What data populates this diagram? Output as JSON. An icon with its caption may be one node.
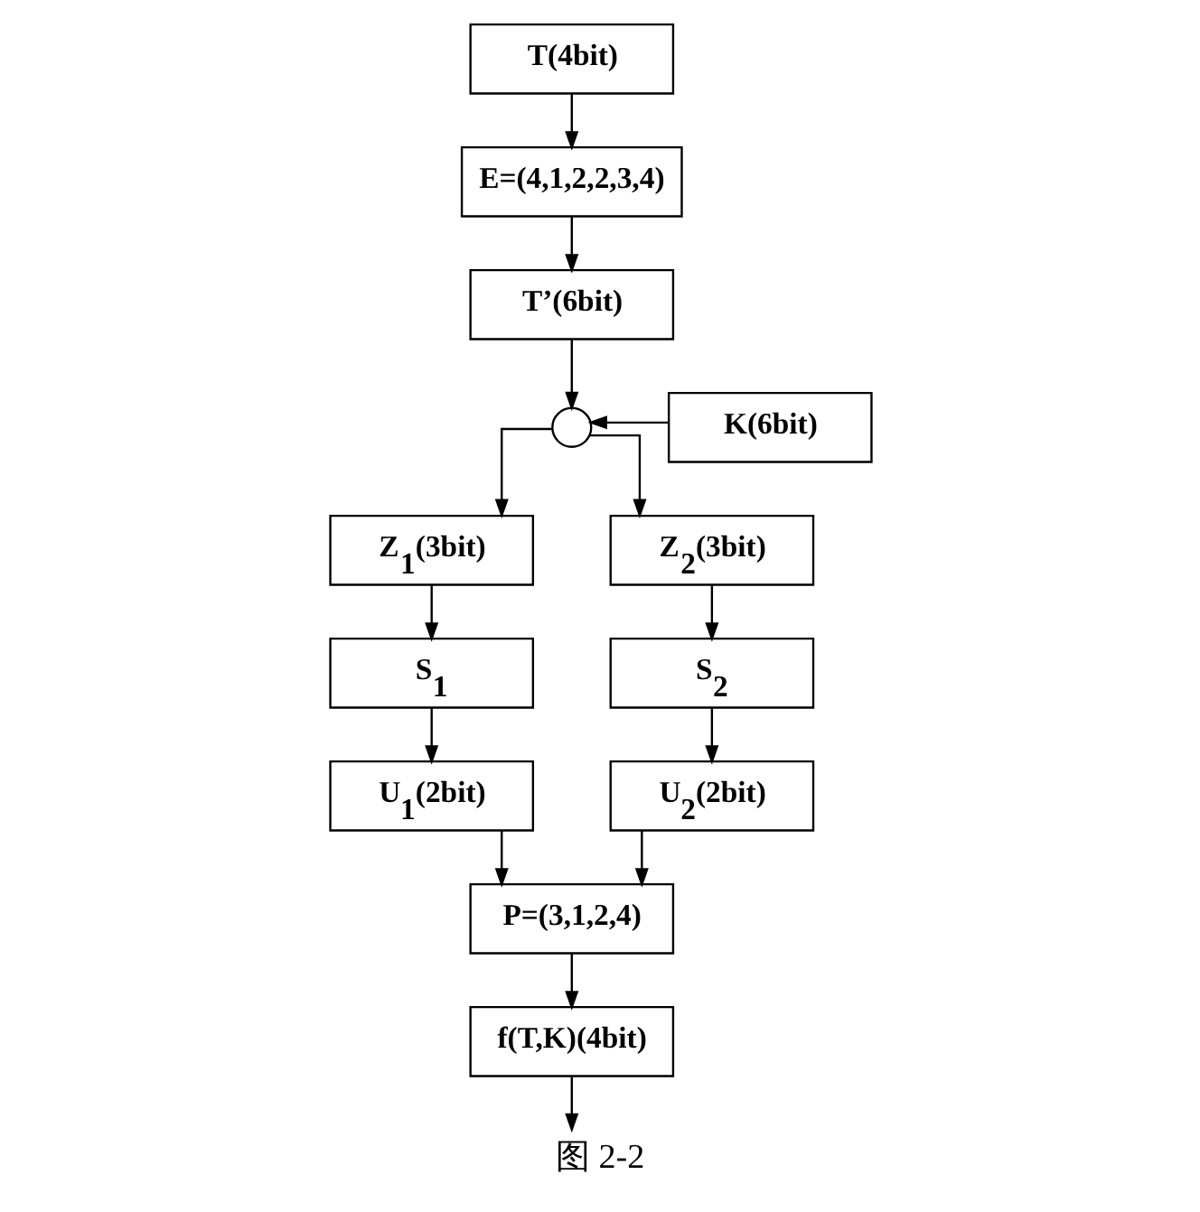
{
  "diagram": {
    "caption": "图 2-2",
    "nodes": [
      {
        "text": [
          "T(4bit)"
        ]
      },
      {
        "text": [
          "E=(4,1,2,2,3,4)"
        ]
      },
      {
        "text": [
          "T’(6bit)"
        ]
      },
      {
        "text": [],
        "shape": "circle"
      },
      {
        "text": [
          "K(6bit)"
        ]
      },
      {
        "text": [
          "Z$_{1}$(3bit)"
        ]
      },
      {
        "text": [
          "Z$_{2}$(3bit)"
        ]
      },
      {
        "text": [
          "S$_{1}$"
        ]
      },
      {
        "text": [
          "S$_{2}$"
        ]
      },
      {
        "text": [
          "U$_{1}$(2bit)"
        ]
      },
      {
        "text": [
          "U$_{2}$(2bit)"
        ]
      },
      {
        "text": [
          "P=(3,1,2,4)"
        ]
      },
      {
        "text": [
          "f(T,K)(4bit)"
        ]
      }
    ],
    "edges": [
      {
        "from": 0,
        "to": 1,
        "arrow": "to"
      },
      {
        "from": 1,
        "to": 2,
        "arrow": "to"
      },
      {
        "from": 2,
        "to": 3,
        "arrow": "to"
      },
      {
        "from": 4,
        "to": 3,
        "arrow": "to"
      },
      {
        "from": 3,
        "to": 5,
        "arrow": "to"
      },
      {
        "from": 3,
        "to": 6,
        "arrow": "to"
      },
      {
        "from": 5,
        "to": 7,
        "arrow": "to"
      },
      {
        "from": 6,
        "to": 8,
        "arrow": "to"
      },
      {
        "from": 7,
        "to": 9,
        "arrow": "to"
      },
      {
        "from": 8,
        "to": 10,
        "arrow": "to"
      },
      {
        "from": 9,
        "to": 11,
        "arrow": "to"
      },
      {
        "from": 10,
        "to": 11,
        "arrow": "to"
      },
      {
        "from": 11,
        "to": 12,
        "arrow": "to"
      },
      {
        "from": 12,
        "to": null,
        "arrow": "to"
      }
    ]
  }
}
